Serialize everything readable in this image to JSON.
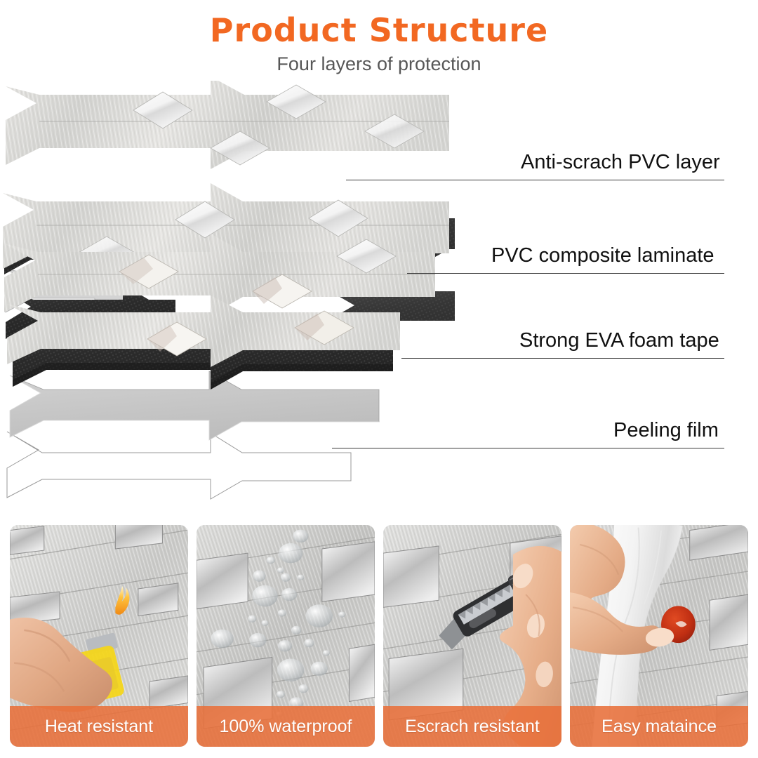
{
  "header": {
    "title": "Product Structure",
    "subtitle": "Four layers of protection",
    "title_color": "#f26822",
    "subtitle_color": "#575757"
  },
  "diagram": {
    "name": "exploded-layer-diagram",
    "layers": [
      {
        "id": "anti-scratch-pvc-layer",
        "label": "Anti-scrach PVC layer",
        "material": "brushed-silver-chevron-tile-with-mirror-diamond-accents",
        "color": "#d8d8d6"
      },
      {
        "id": "pvc-composite-laminate",
        "label": "PVC composite laminate",
        "material": "brushed-silver-chevron-tile",
        "color": "#d0d0ce"
      },
      {
        "id": "strong-eva-foam-tape",
        "label": "Strong EVA foam tape",
        "material": "black-textured-foam",
        "color": "#2e2e2e"
      },
      {
        "id": "peeling-film",
        "label": "Peeling film",
        "material": "gray-release-liner",
        "color": "#c9c9c9"
      }
    ]
  },
  "features": [
    {
      "id": "heat-resistant",
      "label": "Heat resistant",
      "photo": "hand-holding-lit-lighter-against-silver-tile"
    },
    {
      "id": "waterproof",
      "label": "100% waterproof",
      "photo": "water-droplets-beading-on-silver-tile"
    },
    {
      "id": "scratch-resistant",
      "label": "Escrach resistant",
      "photo": "hand-holding-utility-knife-scraping-silver-tile"
    },
    {
      "id": "easy-maintenance",
      "label": "Easy mataince",
      "photo": "hand-wiping-red-stain-with-white-cloth"
    }
  ],
  "colors": {
    "accent_orange": "#e8703a",
    "title_orange": "#f26822",
    "text_dark": "#111111",
    "line": "#3a3a3a"
  }
}
